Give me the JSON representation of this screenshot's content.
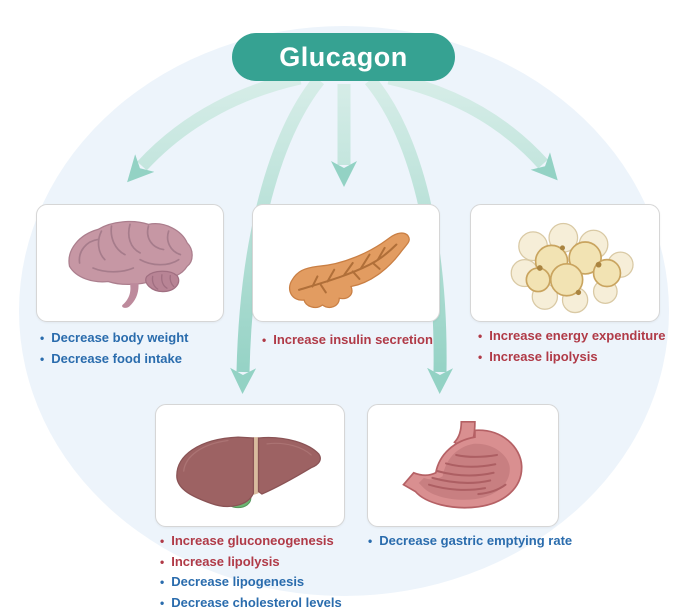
{
  "title": "Glucagon",
  "bullet": "•",
  "colors": {
    "accent_teal": "#36a292",
    "arrow_teal": "#a9dcd2",
    "background_circle": "#edf4fb",
    "increase_text": "#b03a47",
    "decrease_text": "#2a6cad",
    "card_border": "#d6d6d6"
  },
  "panels": [
    {
      "organ": "brain",
      "effects": [
        {
          "text": "Decrease body weight",
          "kind": "decrease"
        },
        {
          "text": "Decrease food intake",
          "kind": "decrease"
        }
      ]
    },
    {
      "organ": "pancreas",
      "effects": [
        {
          "text": "Increase insulin secretion",
          "kind": "increase"
        }
      ]
    },
    {
      "organ": "adipose-tissue",
      "effects": [
        {
          "text": "Increase energy expenditure",
          "kind": "increase"
        },
        {
          "text": "Increase lipolysis",
          "kind": "increase"
        }
      ]
    },
    {
      "organ": "liver",
      "effects": [
        {
          "text": "Increase gluconeogenesis",
          "kind": "increase"
        },
        {
          "text": "Increase lipolysis",
          "kind": "increase"
        },
        {
          "text": "Decrease lipogenesis",
          "kind": "decrease"
        },
        {
          "text": "Decrease cholesterol levels",
          "kind": "decrease"
        }
      ]
    },
    {
      "organ": "stomach",
      "effects": [
        {
          "text": "Decrease gastric emptying rate",
          "kind": "decrease"
        }
      ]
    }
  ]
}
